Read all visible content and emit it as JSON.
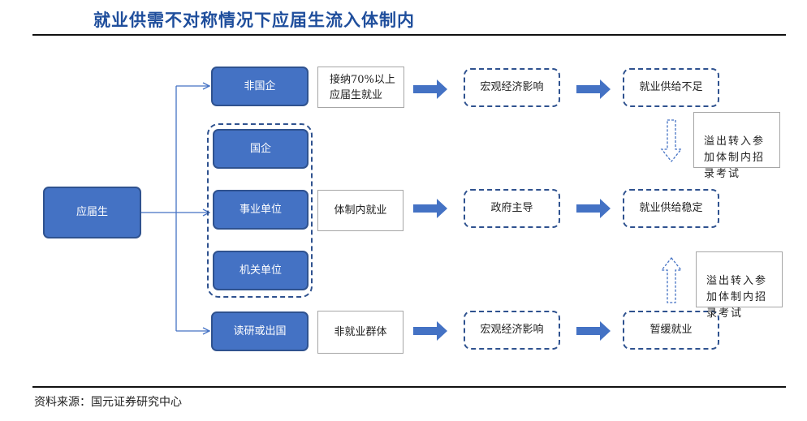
{
  "title": "就业供需不对称情况下应届生流入体制内",
  "source": "资料来源：国元证券研究中心",
  "nodes": {
    "graduate": "应届生",
    "non_soe": "非国企",
    "soe": "国企",
    "public_institution": "事业单位",
    "government_agency": "机关单位",
    "study_or_abroad": "读研或出国",
    "absorb_70": "接纳70%以上\n应届生就业",
    "in_system": "体制内就业",
    "non_employed": "非就业群体",
    "macro_impact_1": "宏观经济影响",
    "government_led": "政府主导",
    "macro_impact_2": "宏观经济影响",
    "supply_short": "就业供给不足",
    "supply_stable": "就业供给稳定",
    "delayed": "暂缓就业",
    "overflow_1": "溢出转入参\n加体制内招\n录考试",
    "overflow_2": "溢出转入参\n加体制内招\n录考试"
  },
  "colors": {
    "title": "#1f4e9c",
    "node_fill": "#4472c4",
    "arrow_fill": "#4472c4",
    "dashed_border": "#2f528f"
  }
}
